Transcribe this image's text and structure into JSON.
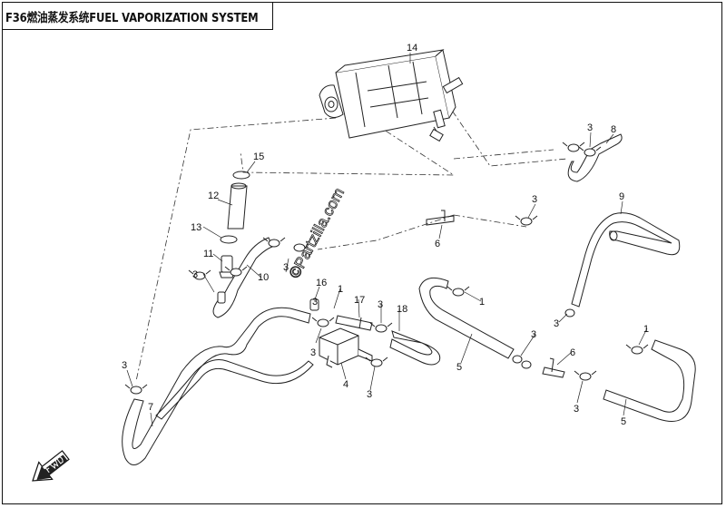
{
  "title": "F36燃油蒸发系统FUEL VAPORIZATION  SYSTEM",
  "watermark": "©Partzilla.com",
  "callouts": [
    "14",
    "3",
    "8",
    "15",
    "12",
    "3",
    "9",
    "13",
    "6",
    "11",
    "10",
    "3",
    "3",
    "3",
    "16",
    "1",
    "1",
    "17",
    "3",
    "18",
    "3",
    "3",
    "1",
    "5",
    "6",
    "3",
    "3",
    "4",
    "3",
    "7",
    "3",
    "5"
  ],
  "icons": [
    "fwd-arrow-icon"
  ]
}
